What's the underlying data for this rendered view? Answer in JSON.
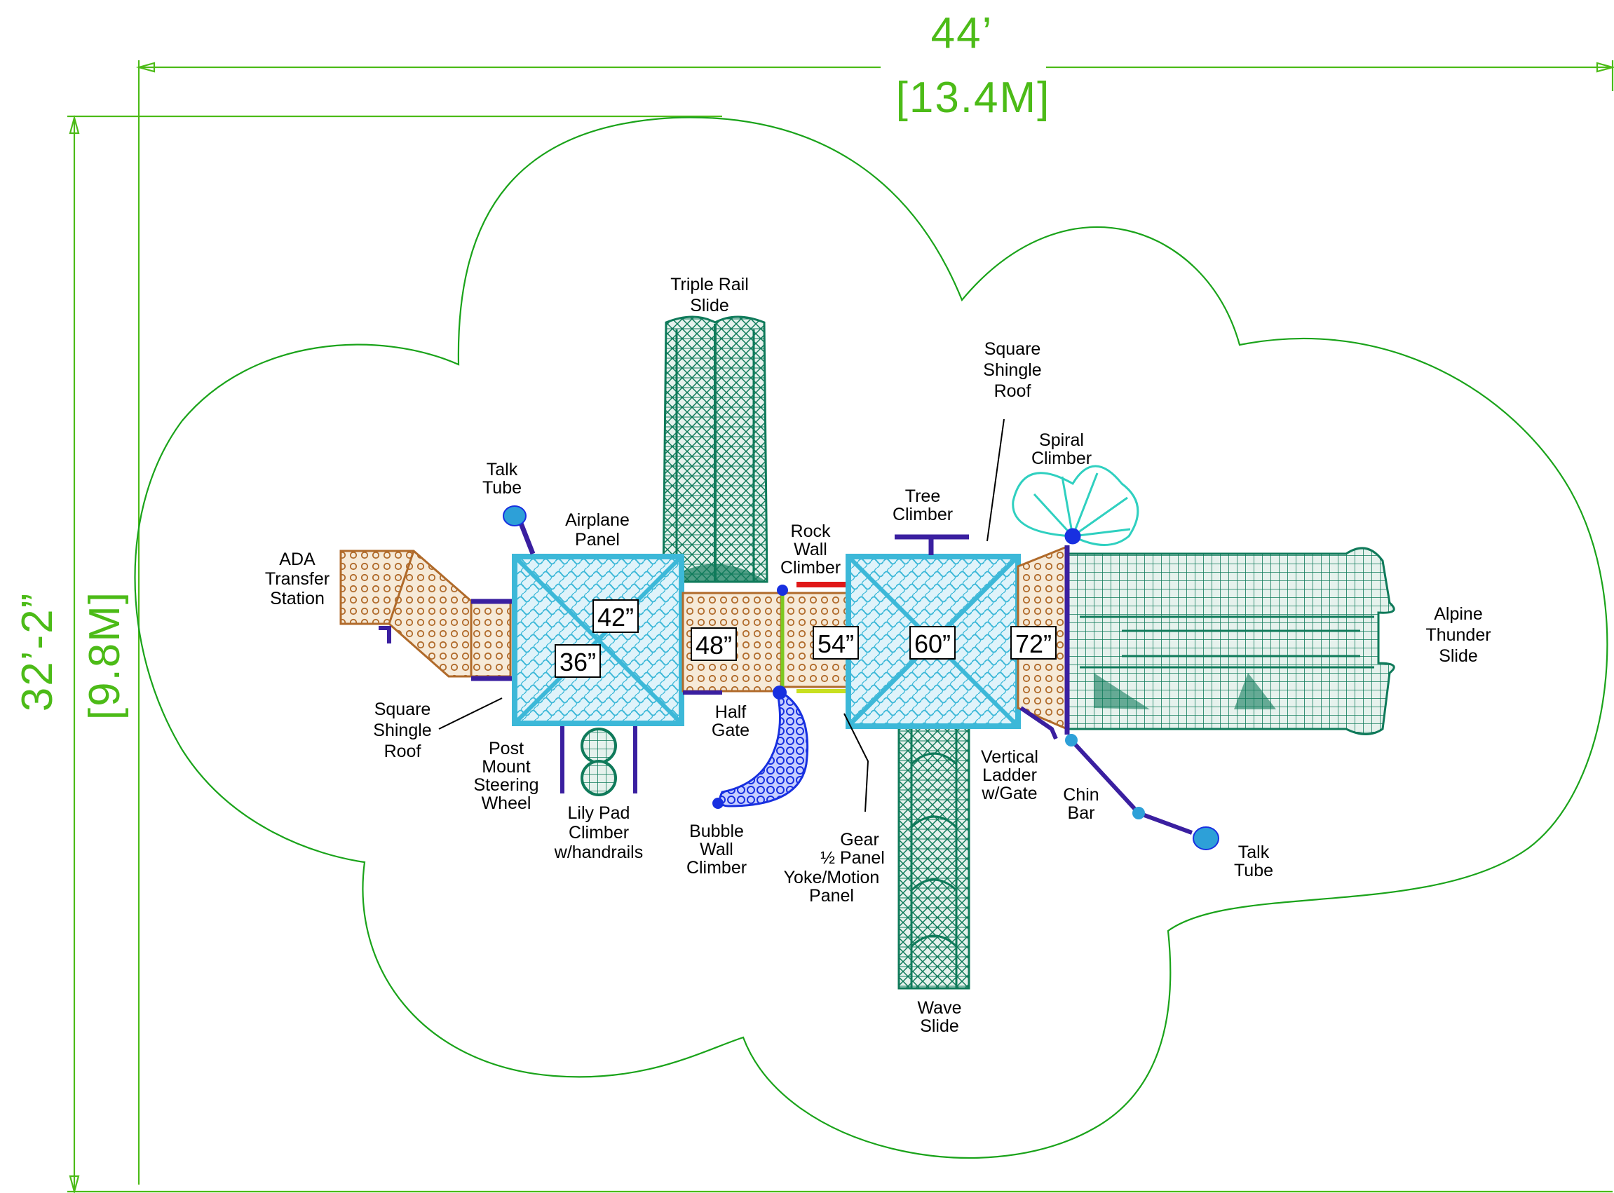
{
  "colors": {
    "dimension": "#4cbb17",
    "safety_zone": "#1aa31a",
    "slide_green": "#0f7a5a",
    "roof_cyan": "#3cb8d8",
    "deck_brown": "#b06a2a",
    "post_purple": "#3a1fa0",
    "bubble_blue": "#1830e0"
  },
  "dimensions": {
    "width_ft": "44’",
    "width_m": "[13.4M]",
    "depth_ft": "32’-2”",
    "depth_m": "[9.8M]"
  },
  "deck_heights": [
    "42”",
    "36”",
    "48”",
    "54”",
    "60”",
    "72”"
  ],
  "labels": {
    "triple_rail_slide": [
      "Triple Rail",
      "Slide"
    ],
    "talk_tube_left": [
      "Talk",
      "Tube"
    ],
    "airplane_panel": [
      "Airplane",
      "Panel"
    ],
    "ada_transfer": [
      "ADA",
      "Transfer",
      "Station"
    ],
    "square_roof_left": [
      "Square",
      "Shingle",
      "Roof"
    ],
    "post_mount": [
      "Post",
      "Mount",
      "Steering",
      "Wheel"
    ],
    "lily_pad": [
      "Lily Pad",
      "Climber",
      "w/handrails"
    ],
    "half_gate": [
      "Half",
      "Gate"
    ],
    "bubble_wall": [
      "Bubble",
      "Wall",
      "Climber"
    ],
    "rock_wall": [
      "Rock",
      "Wall",
      "Climber"
    ],
    "gear_panel": [
      "Gear",
      "½ Panel",
      "Yoke/Motion",
      "Panel"
    ],
    "tree_climber": [
      "Tree",
      "Climber"
    ],
    "square_roof_right": [
      "Square",
      "Shingle",
      "Roof"
    ],
    "spiral_climber": [
      "Spiral",
      "Climber"
    ],
    "alpine_slide": [
      "Alpine",
      "Thunder",
      "Slide"
    ],
    "vertical_ladder": [
      "Vertical",
      "Ladder",
      "w/Gate"
    ],
    "chin_bar": [
      "Chin",
      "Bar"
    ],
    "talk_tube_right": [
      "Talk",
      "Tube"
    ],
    "wave_slide": [
      "Wave",
      "Slide"
    ]
  }
}
